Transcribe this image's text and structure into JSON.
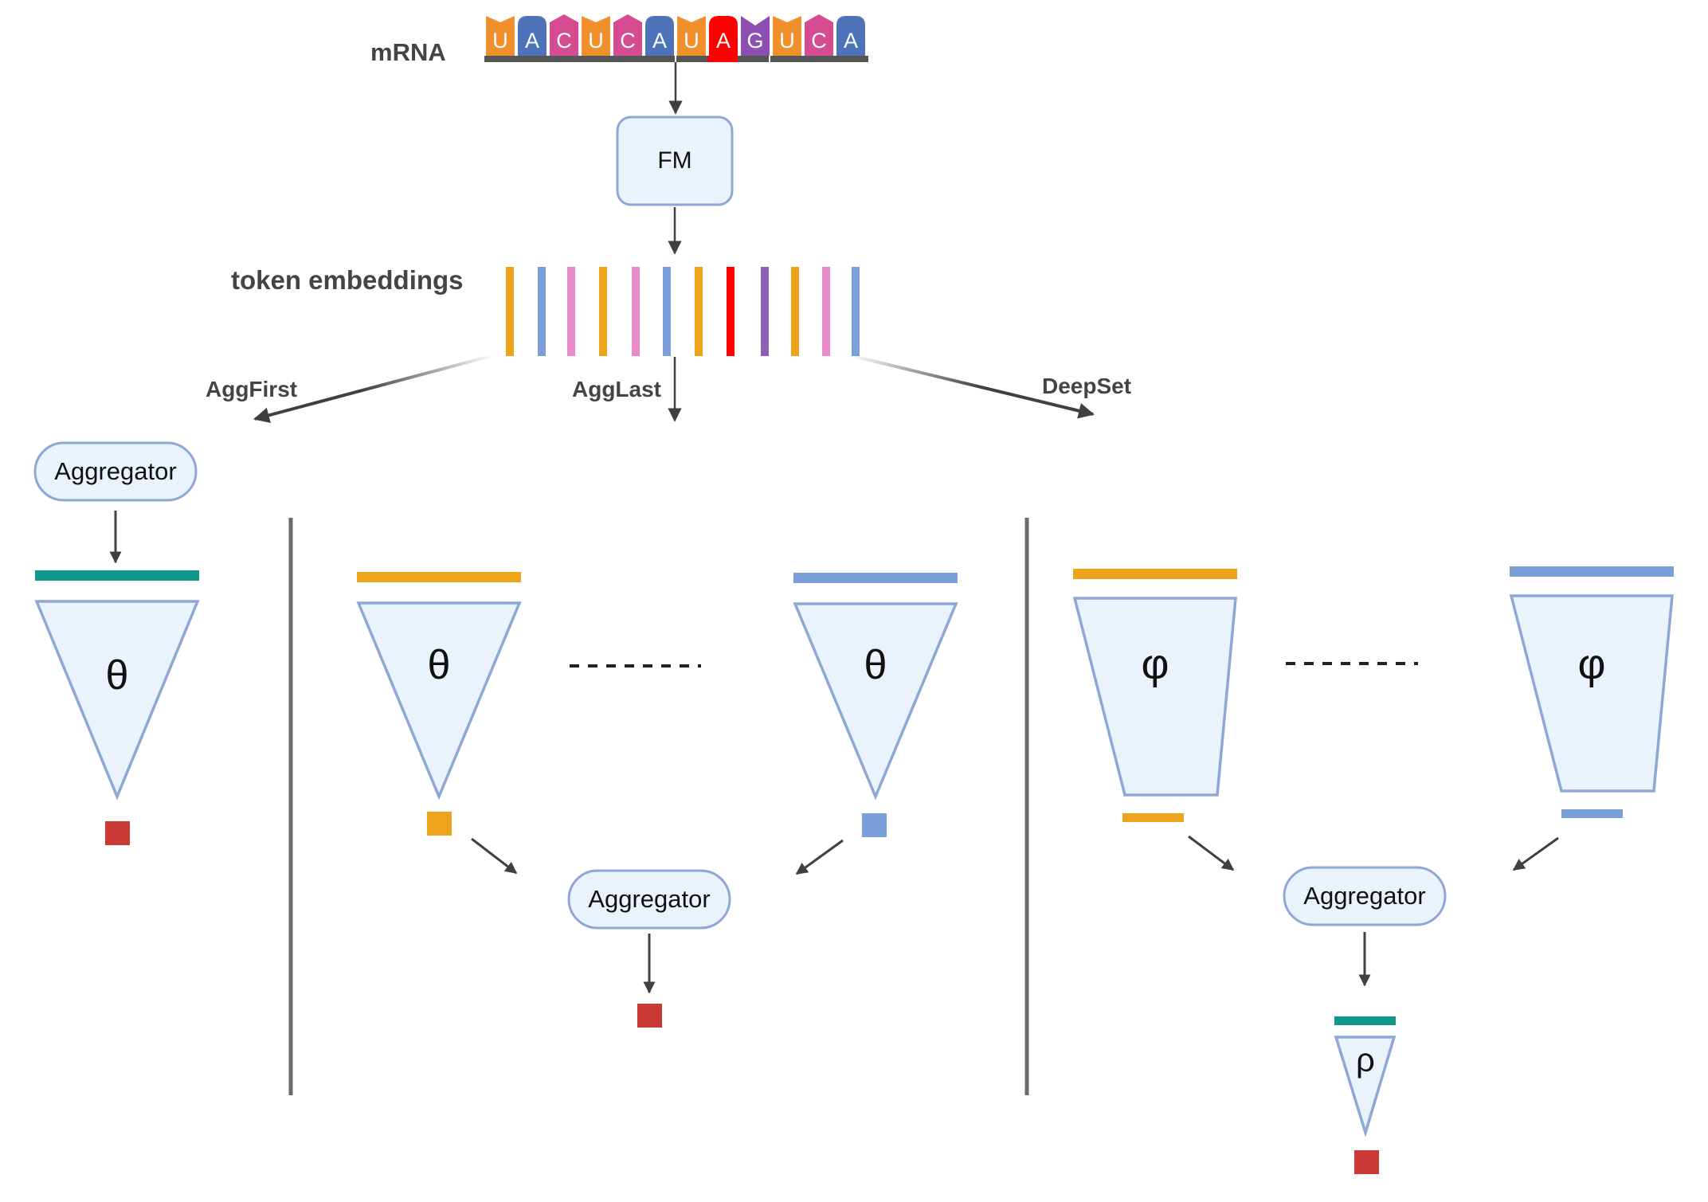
{
  "mrna": {
    "label": "mRNA",
    "bases": [
      "U",
      "A",
      "C",
      "U",
      "C",
      "A",
      "U",
      "A",
      "G",
      "U",
      "C",
      "A"
    ]
  },
  "fm_label": "FM",
  "token_embeddings": {
    "label": "token embeddings",
    "colors": [
      "#EDA41B",
      "#7B9FD9",
      "#E98ACB",
      "#EDA41B",
      "#E98ACB",
      "#7B9FD9",
      "#EDA41B",
      "#FF0000",
      "#8E5FB8",
      "#EDA41B",
      "#E98ACB",
      "#7B9FD9"
    ]
  },
  "base_colors": {
    "U": "#F0902D",
    "A": "#4E73B8",
    "C": "#D64C93",
    "G": "#8E4FB3",
    "highlight": "#FF0000"
  },
  "strategies": {
    "agg_first": "AggFirst",
    "agg_last": "AggLast",
    "deep_set": "DeepSet"
  },
  "aggregator_label": "Aggregator",
  "symbols": {
    "theta": "θ",
    "phi": "φ",
    "rho": "ρ"
  },
  "colors": {
    "teal": "#11988B",
    "orange": "#EDA41B",
    "blue": "#7B9FD9",
    "red_output": "#C83A33",
    "node_fill": "#EAF2FB",
    "node_stroke": "#8EA7D4",
    "arrow": "#404040",
    "divider": "#6B6B6B"
  }
}
